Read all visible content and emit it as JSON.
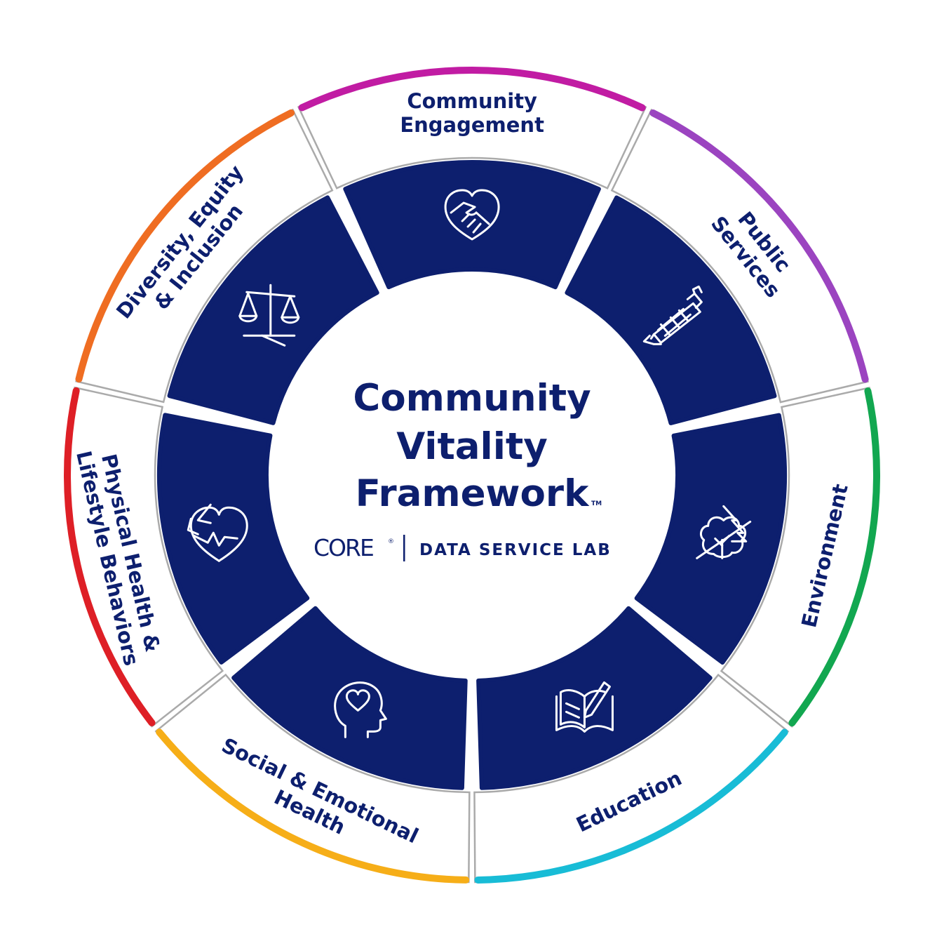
{
  "framework": {
    "title_lines": [
      "Community",
      "Vitality",
      "Framework"
    ],
    "trademark": "TM",
    "brand": {
      "core_logo": "CORE",
      "core_registered": "®",
      "divider": "|",
      "lab_name": "DATA SERVICE LAB"
    }
  },
  "segments": [
    {
      "key": "community-engagement",
      "label_lines": [
        "Community",
        "Engagement"
      ],
      "icon": "heart-handshake-icon",
      "color": "#c11ca3"
    },
    {
      "key": "public-services",
      "label_lines": [
        "Public",
        "Services"
      ],
      "icon": "fire-hydrant-icon",
      "color": "#9b44c0"
    },
    {
      "key": "environment",
      "label_lines": [
        "Environment"
      ],
      "icon": "trees-icon",
      "color": "#12a750"
    },
    {
      "key": "education",
      "label_lines": [
        "Education"
      ],
      "icon": "book-pencil-icon",
      "color": "#18bcd6"
    },
    {
      "key": "social-emotional-health",
      "label_lines": [
        "Social & Emotional",
        "Health"
      ],
      "icon": "head-heart-icon",
      "color": "#f6ae18"
    },
    {
      "key": "physical-health",
      "label_lines": [
        "Physical Health &",
        "Lifestyle Behaviors"
      ],
      "icon": "broken-heart-icon",
      "color": "#de1f26"
    },
    {
      "key": "diversity-equity-inclusion",
      "label_lines": [
        "Diversity, Equity",
        "& Inclusion"
      ],
      "icon": "scales-icon",
      "color": "#ef6d22"
    }
  ],
  "colors": {
    "navy": "#0d1f6e",
    "divider": "#aaaaaa"
  }
}
